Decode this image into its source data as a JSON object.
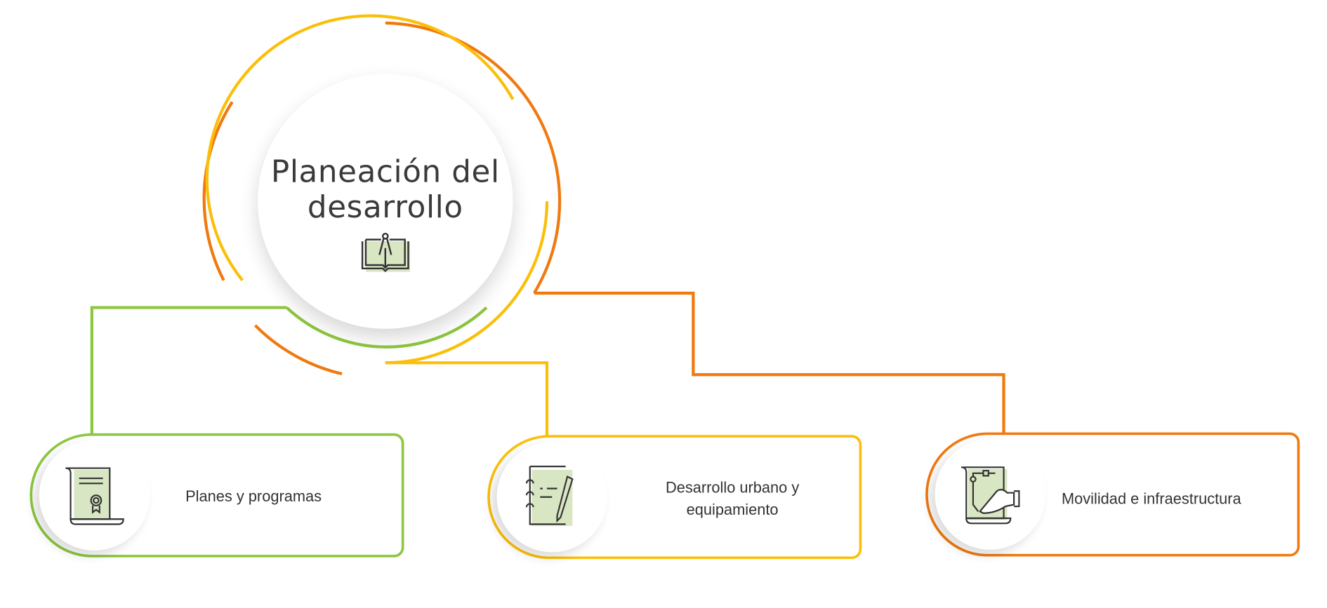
{
  "title": "Planeación del desarrollo",
  "title_lines": [
    "Planeación del",
    "desarrollo"
  ],
  "colors": {
    "green": "#8dc63f",
    "yellow": "#fbbf0a",
    "orange": "#f07a10",
    "icon_fill": "#d9e6c3",
    "text": "#3a3a3a"
  },
  "center_icon": "book-compass-icon",
  "branches": [
    {
      "label": "Planes y programas",
      "icon": "certificate-scroll-icon",
      "color": "green"
    },
    {
      "label_lines": [
        "Desarrollo urbano y",
        "equipamiento"
      ],
      "icon": "notebook-pencil-icon",
      "color": "yellow"
    },
    {
      "label": "Movilidad e infraestructura",
      "icon": "hand-drawing-plan-icon",
      "color": "orange"
    }
  ]
}
